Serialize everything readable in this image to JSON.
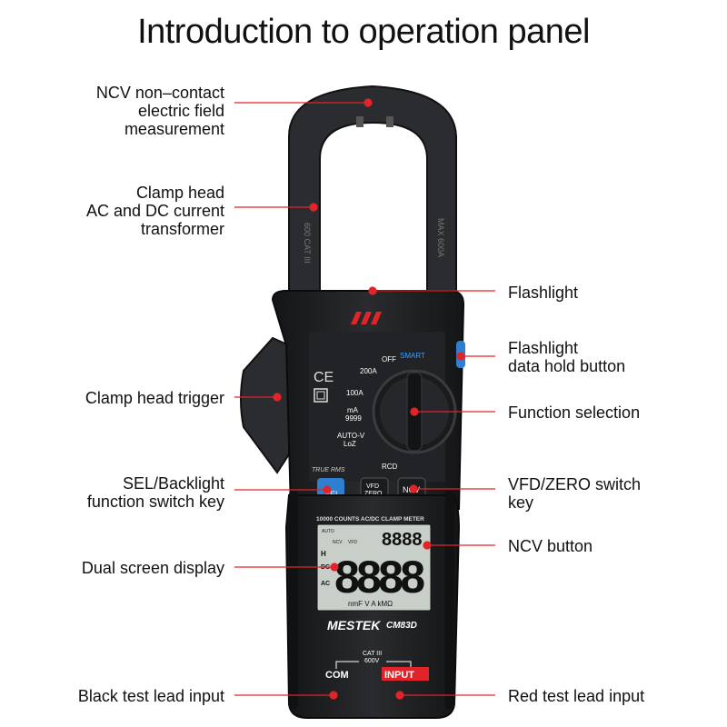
{
  "title": "Introduction to operation panel",
  "callouts_left": [
    {
      "id": "ncv",
      "text": "NCV non–contact\nelectric field\nmeasurement"
    },
    {
      "id": "clamp-head",
      "text": "Clamp head\nAC and DC current\ntransformer"
    },
    {
      "id": "trigger",
      "text": "Clamp head trigger"
    },
    {
      "id": "sel",
      "text": "SEL/Backlight\nfunction switch key"
    },
    {
      "id": "dual-screen",
      "text": "Dual screen display"
    },
    {
      "id": "black-lead",
      "text": "Black test lead input"
    }
  ],
  "callouts_right": [
    {
      "id": "flashlight",
      "text": "Flashlight"
    },
    {
      "id": "flash-hold",
      "text": "Flashlight\ndata hold button"
    },
    {
      "id": "function",
      "text": "Function selection"
    },
    {
      "id": "vfd-zero",
      "text": "VFD/ZERO switch\nkey"
    },
    {
      "id": "ncv-button",
      "text": "NCV button"
    },
    {
      "id": "red-lead",
      "text": "Red test lead input"
    }
  ],
  "device": {
    "brand": "MESTEK",
    "model": "CM83D",
    "jaw_left_mark": "600\nCAT III",
    "jaw_right_mark": "MAX\n600A",
    "dial_labels": {
      "off": "OFF",
      "smart": "SMART",
      "a200": "200A",
      "a100": "100A",
      "ma": "mA\n9999",
      "autov": "AUTO-V\nLoZ",
      "rcd": "RCD"
    },
    "true_rms": "TRUE RMS",
    "buttons": {
      "sel": "SEL",
      "vfd": "VFD\nZERO",
      "ncv": "NCV"
    },
    "strip": "10000 COUNTS AC/DC CLAMP METER",
    "lcd_small": "8888",
    "lcd_big": "8888",
    "lcd_flags": [
      "AUTO",
      "NCV",
      "VFD",
      "H",
      "DC",
      "AC"
    ],
    "lcd_units": "nmF V A kMΩ",
    "cat_text": "CAT III\n600V",
    "com": "COM",
    "input": "INPUT"
  },
  "colors": {
    "accent_red": "#e0242a",
    "body": "#1d1e20",
    "panel": "#2a2b2e",
    "lcd": "#c8cec8",
    "sel_blue": "#2f7fd0"
  }
}
